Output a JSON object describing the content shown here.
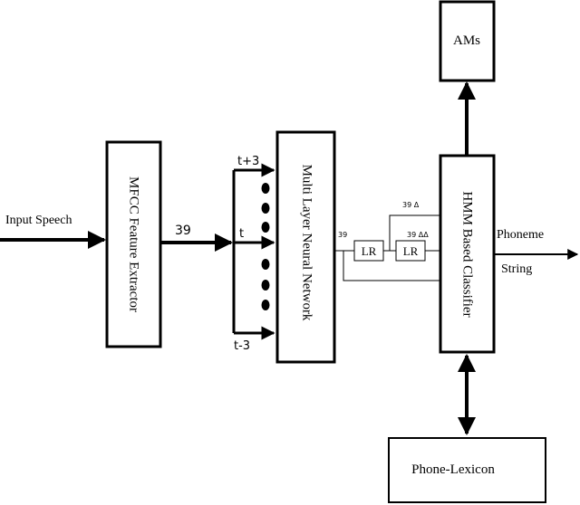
{
  "blocks": {
    "mfcc": "MFCC Feature Extractor",
    "mlnn": "Multi Layer Neural Network",
    "hmm": "HMM Based Classifier",
    "ams": "AMs",
    "lexicon": "Phone-Lexicon",
    "lr1": "LR",
    "lr2": "LR"
  },
  "labels": {
    "input": "Input Speech",
    "dim_in": "39",
    "t_plus": "t+3",
    "t_now": "t",
    "t_minus": "t-3",
    "dim_mid": "39",
    "delta": "39 Δ",
    "delta_delta": "39 ΔΔ",
    "output_1": "Phoneme",
    "output_2": "String"
  }
}
